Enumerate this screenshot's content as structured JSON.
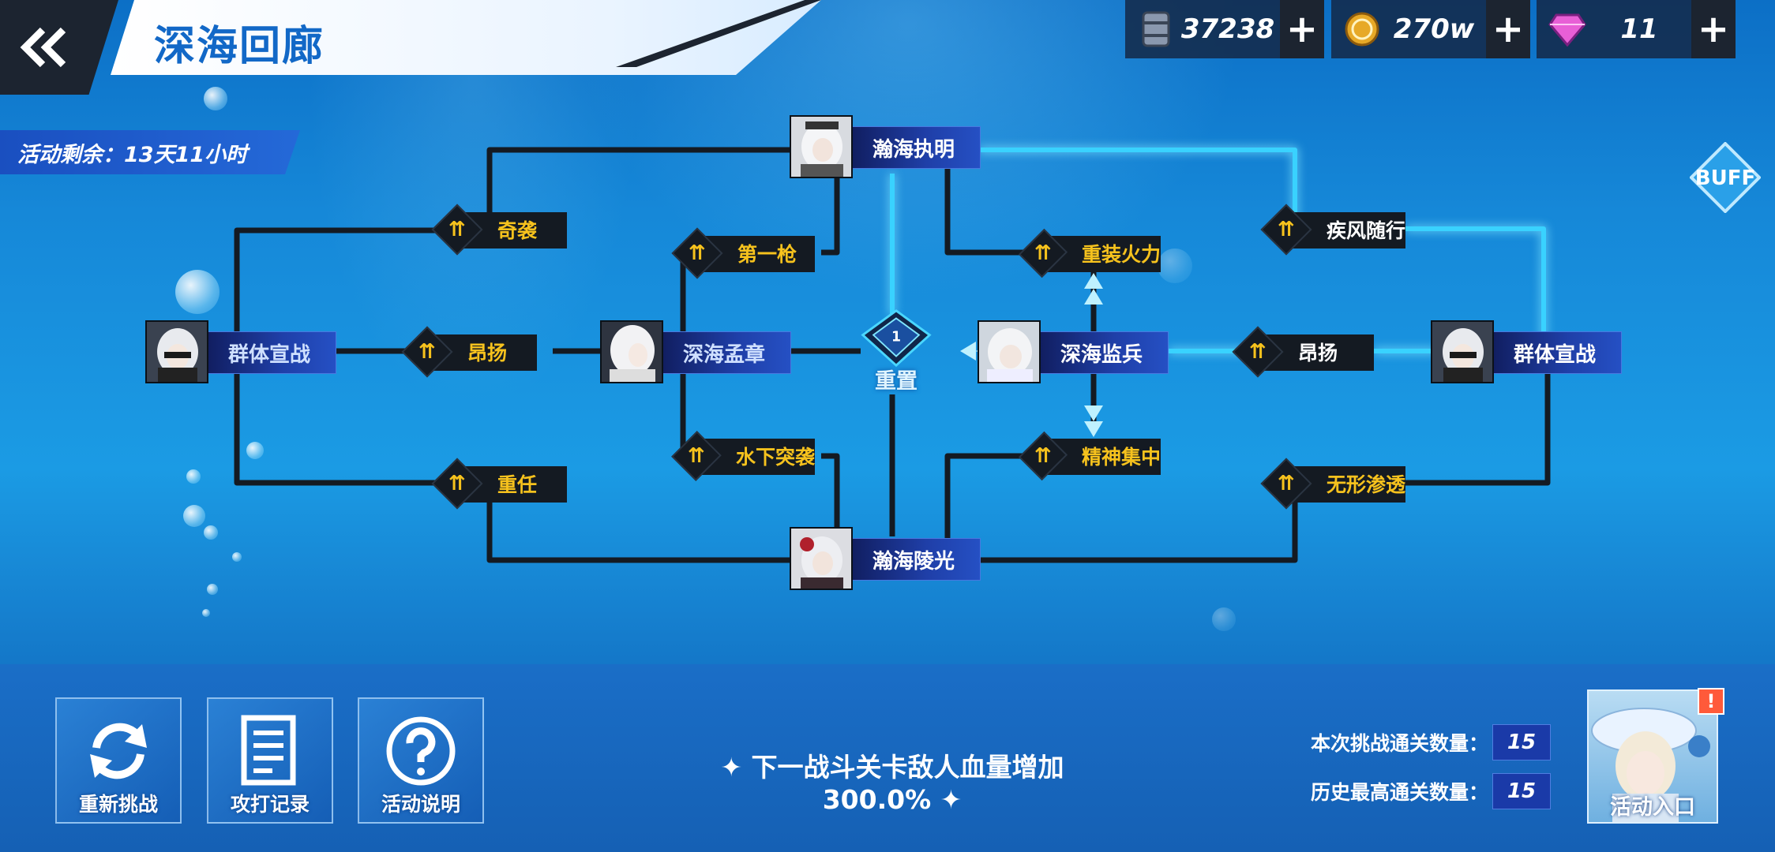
{
  "header": {
    "title": "深海回廊",
    "timer": "活动剩余：13天11小时"
  },
  "currencies": [
    {
      "name": "oil",
      "icon": "oil-barrel-icon",
      "value": "37238"
    },
    {
      "name": "coin",
      "icon": "gold-coin-icon",
      "value": "270w"
    },
    {
      "name": "gem",
      "icon": "diamond-icon",
      "value": "11"
    }
  ],
  "buff_label": "BUFF",
  "map": {
    "hub": {
      "label": "重置",
      "icon_text": "1"
    },
    "heroes": [
      {
        "id": "left",
        "name": "群体宣战"
      },
      {
        "id": "mid",
        "name": "深海孟章"
      },
      {
        "id": "top",
        "name": "瀚海执明"
      },
      {
        "id": "bottom",
        "name": "瀚海陵光"
      },
      {
        "id": "right_mid",
        "name": "深海监兵"
      },
      {
        "id": "right",
        "name": "群体宣战"
      }
    ],
    "nodes": [
      {
        "id": "qixi",
        "label": "奇袭"
      },
      {
        "id": "angyang1",
        "label": "昂扬"
      },
      {
        "id": "zhongren",
        "label": "重任"
      },
      {
        "id": "diyiqiang",
        "label": "第一枪"
      },
      {
        "id": "shuixia",
        "label": "水下突袭"
      },
      {
        "id": "zhongzhuang",
        "label": "重装火力"
      },
      {
        "id": "jingshen",
        "label": "精神集中"
      },
      {
        "id": "jifeng",
        "label": "疾风随行"
      },
      {
        "id": "angyang2",
        "label": "昂扬"
      },
      {
        "id": "wuxing",
        "label": "无形渗透"
      }
    ]
  },
  "bottom": {
    "buttons": [
      {
        "label": "重新挑战",
        "icon": "refresh-icon"
      },
      {
        "label": "攻打记录",
        "icon": "document-icon"
      },
      {
        "label": "活动说明",
        "icon": "question-icon"
      }
    ],
    "notice": "✦ 下一战斗关卡敌人血量增加300.0% ✦",
    "stats": [
      {
        "label": "本次挑战通关数量：",
        "value": "15"
      },
      {
        "label": "历史最高通关数量：",
        "value": "15"
      }
    ],
    "entry_label": "活动入口",
    "entry_alert": "!"
  },
  "colors": {
    "accent_gold": "#f6c21d",
    "active_line": "#39d2ff",
    "idle_line": "#141a22",
    "plate_blue": "#1f3fa8"
  }
}
